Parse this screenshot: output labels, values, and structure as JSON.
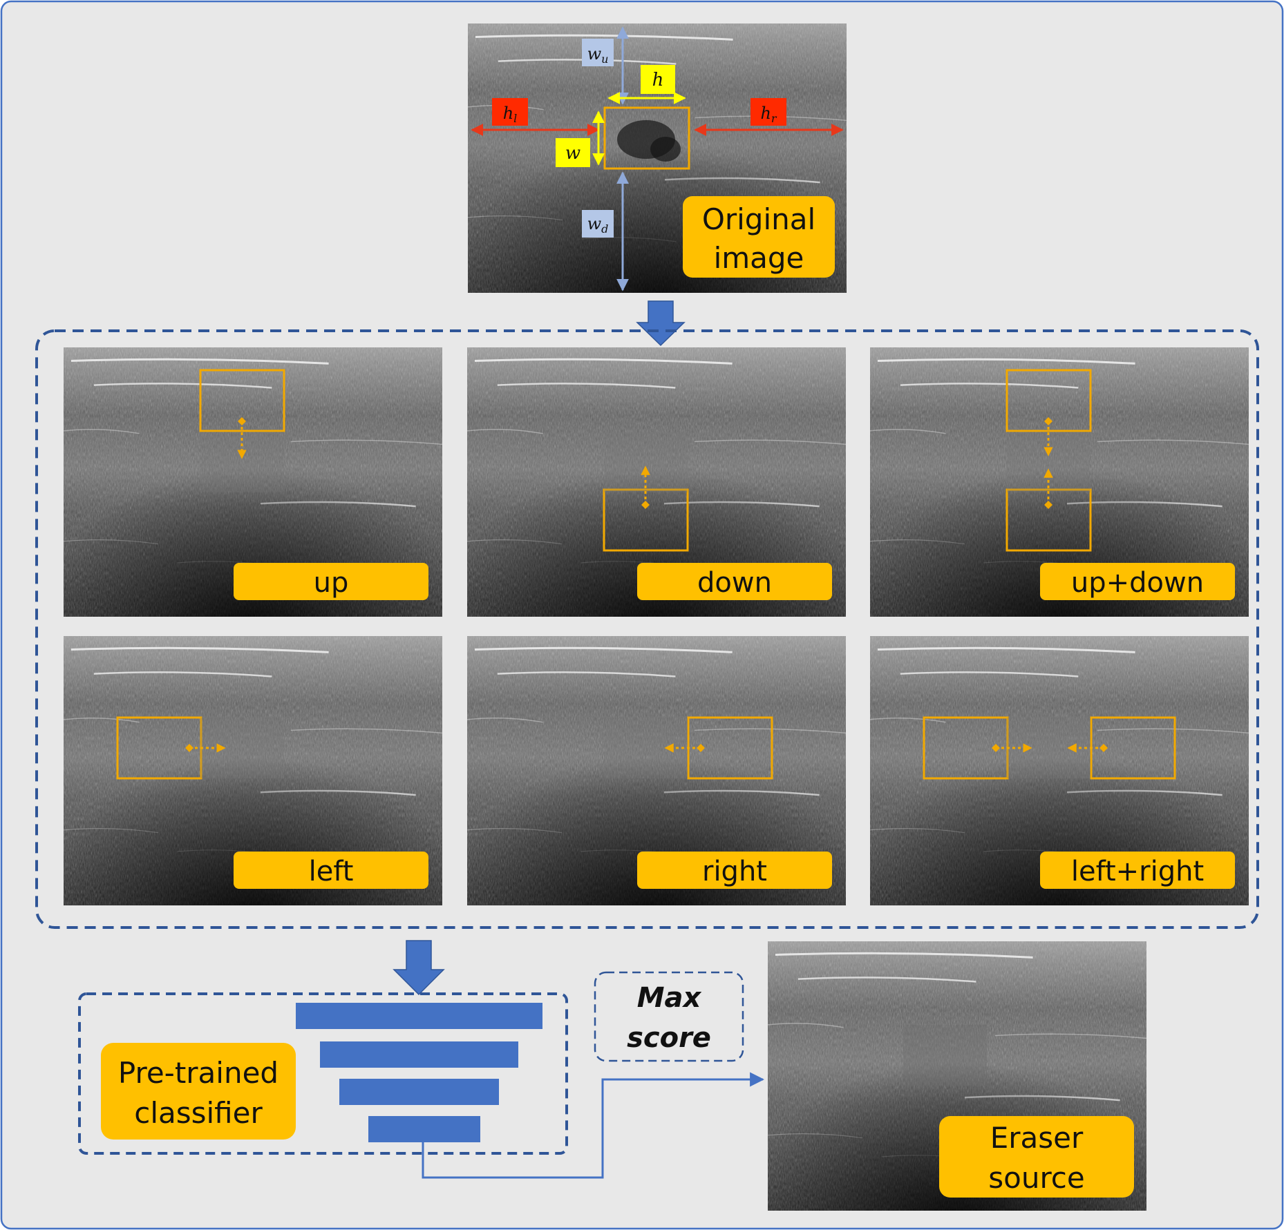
{
  "colors": {
    "panel_bg": "#e8e8e8",
    "panel_border": "#4472c4",
    "dash_border": "#2f5597",
    "arrow_fill": "#4472c4",
    "label_bg": "#ffc000",
    "box_stroke": "#f2a900",
    "h_label_bg": "#ffff00",
    "hl_label_bg": "#ff2a00",
    "w_label_bg": "#b4c7e7",
    "bar_fill": "#4472c4"
  },
  "original": {
    "label_line1": "Original",
    "label_line2": "image",
    "dim_h": "h",
    "dim_w": "w",
    "dim_hl_base": "h",
    "dim_hl_sub": "l",
    "dim_hr_base": "h",
    "dim_hr_sub": "r",
    "dim_wu_base": "w",
    "dim_wu_sub": "u",
    "dim_wd_base": "w",
    "dim_wd_sub": "d"
  },
  "variants": [
    {
      "name": "up",
      "label": "up"
    },
    {
      "name": "down",
      "label": "down"
    },
    {
      "name": "up-down",
      "label": "up+down"
    },
    {
      "name": "left",
      "label": "left"
    },
    {
      "name": "right",
      "label": "right"
    },
    {
      "name": "left-right",
      "label": "left+right"
    }
  ],
  "classifier": {
    "label_line1": "Pre-trained",
    "label_line2": "classifier"
  },
  "max_score": {
    "line1": "Max",
    "line2": "score"
  },
  "eraser": {
    "label_line1": "Eraser",
    "label_line2": "source"
  }
}
